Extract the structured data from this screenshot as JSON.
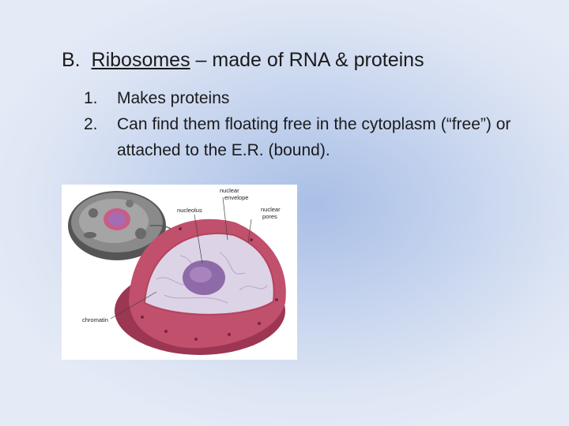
{
  "heading": {
    "prefix": "B.",
    "term": "Ribosomes",
    "rest": "– made of RNA & proteins"
  },
  "items": [
    {
      "num": "1.",
      "text": "Makes proteins"
    },
    {
      "num": "2.",
      "text": "Can find them floating free in the cytoplasm (“free”) or attached to the E.R. (bound)."
    }
  ],
  "figure": {
    "labels": {
      "nuclear_envelope_line1": "nuclear",
      "nuclear_envelope_line2": "envelope",
      "nucleolus": "nucleolus",
      "nuclear_pores_line1": "nuclear",
      "nuclear_pores_line2": "pores",
      "chromatin": "chromatin"
    },
    "colors": {
      "envelope": "#b4435e",
      "interior": "#ddd3e6",
      "nucleolus": "#8f6aa8",
      "cell": "#6f6f6f"
    }
  }
}
